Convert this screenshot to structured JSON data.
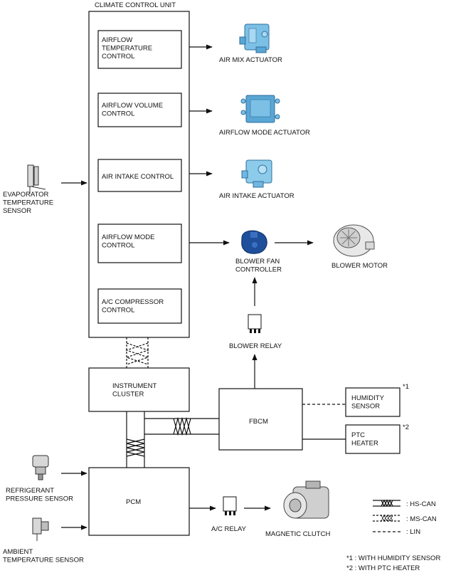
{
  "climate_unit": {
    "title": "CLIMATE CONTROL UNIT",
    "blocks": {
      "airflow_temp": [
        "AIRFLOW",
        "TEMPERATURE",
        "CONTROL"
      ],
      "airflow_volume": [
        "AIRFLOW VOLUME",
        "CONTROL"
      ],
      "air_intake": [
        "AIR INTAKE CONTROL"
      ],
      "airflow_mode": [
        "AIRFLOW MODE",
        "CONTROL"
      ],
      "ac_compressor": [
        "A/C COMPRESSOR",
        "CONTROL"
      ]
    }
  },
  "components": {
    "air_mix_actuator": [
      "AIR MIX ACTUATOR"
    ],
    "airflow_mode_actuator": [
      "AIRFLOW MODE ACTUATOR"
    ],
    "air_intake_actuator": [
      "AIR INTAKE ACTUATOR"
    ],
    "blower_fan_controller": [
      "BLOWER FAN",
      "CONTROLLER"
    ],
    "blower_motor": [
      "BLOWER MOTOR"
    ],
    "blower_relay": [
      "BLOWER RELAY"
    ],
    "evaporator_sensor": [
      "EVAPORATOR",
      "TEMPERATURE",
      "SENSOR"
    ],
    "instrument_cluster": [
      "INSTRUMENT",
      "CLUSTER"
    ],
    "fbcm": [
      "FBCM"
    ],
    "humidity_sensor": [
      "HUMIDITY",
      "SENSOR"
    ],
    "ptc_heater": [
      "PTC",
      "HEATER"
    ],
    "pcm": [
      "PCM"
    ],
    "refrigerant_sensor": [
      "REFRIGERANT",
      "PRESSURE SENSOR"
    ],
    "ambient_sensor": [
      "AMBIENT",
      "TEMPERATURE SENSOR"
    ],
    "ac_relay": [
      "A/C RELAY"
    ],
    "magnetic_clutch": [
      "MAGNETIC CLUTCH"
    ]
  },
  "marks": {
    "humidity": "*1",
    "ptc": "*2"
  },
  "legend": {
    "hs_can": ": HS-CAN",
    "ms_can": ": MS-CAN",
    "lin": ": LIN"
  },
  "footnotes": [
    "*1 : WITH HUMIDITY SENSOR",
    "*2 : WITH PTC HEATER"
  ],
  "colors": {
    "actuator": "#6fb7e0",
    "actuator_dark": "#2f6f9e",
    "controller": "#1f4f9a",
    "line": "#111111"
  }
}
